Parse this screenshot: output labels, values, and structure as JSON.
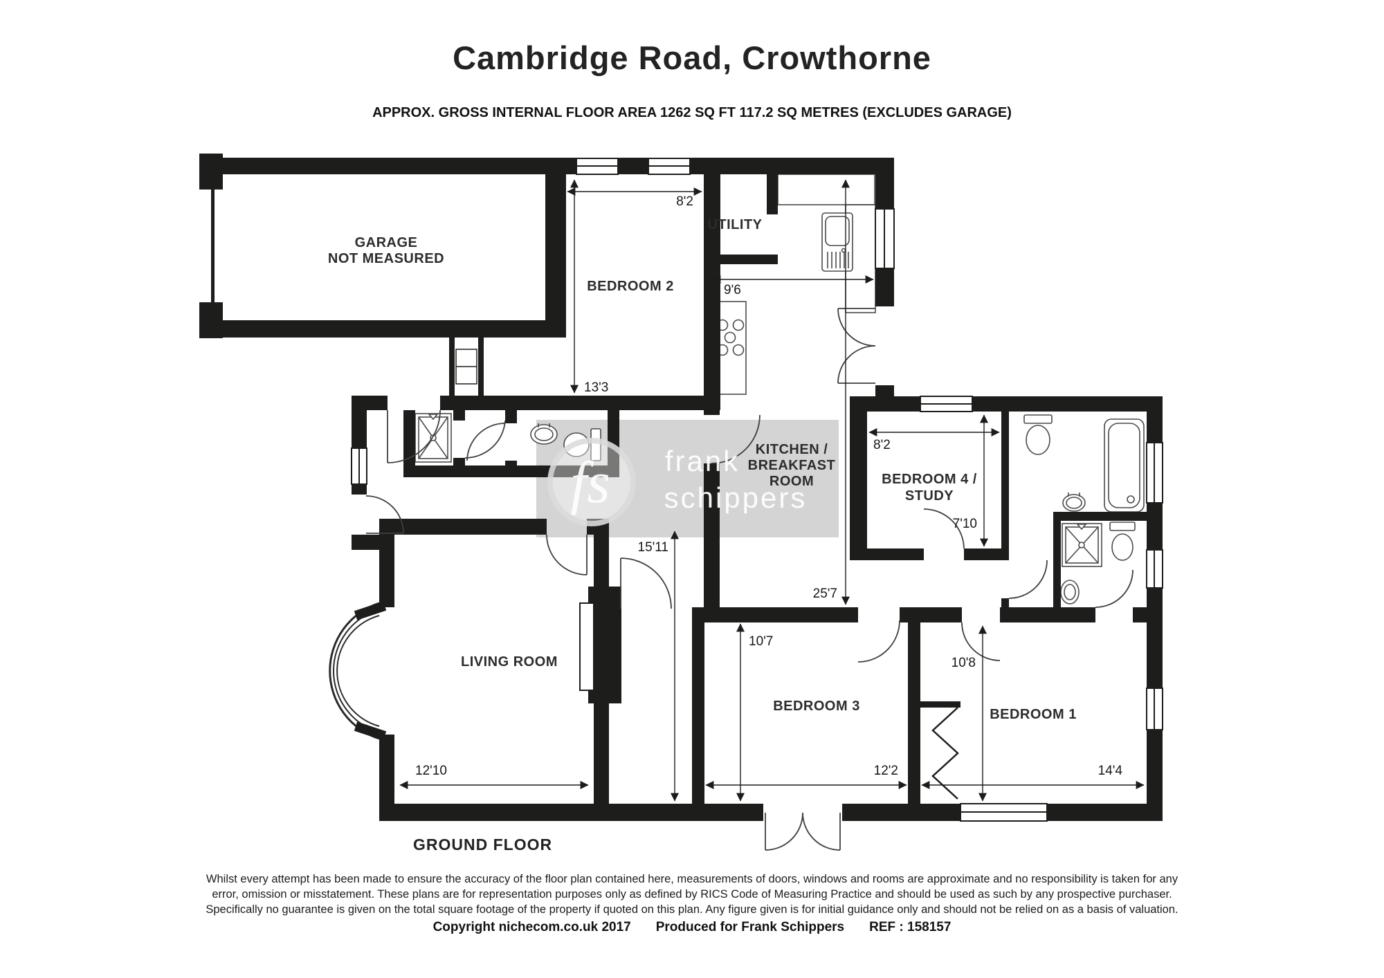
{
  "header": {
    "title": "Cambridge Road, Crowthorne",
    "subtitle": "APPROX. GROSS INTERNAL FLOOR AREA 1262 SQ FT 117.2 SQ METRES (EXCLUDES GARAGE)"
  },
  "floor_label": "GROUND FLOOR",
  "rooms": {
    "garage1": "GARAGE",
    "garage2": "NOT MEASURED",
    "bedroom2": "BEDROOM 2",
    "utility": "UTILITY",
    "kitchen1": "KITCHEN /",
    "kitchen2": "BREAKFAST",
    "kitchen3": "ROOM",
    "bedroom4a": "BEDROOM 4 /",
    "bedroom4b": "STUDY",
    "living": "LIVING ROOM",
    "bedroom3": "BEDROOM 3",
    "bedroom1": "BEDROOM 1"
  },
  "dims": {
    "bed2w": "8'2",
    "bed2l": "13'3",
    "kitw": "9'6",
    "kitl": "25'7",
    "bed4w": "8'2",
    "bed4l": "7'10",
    "livl": "15'11",
    "livw": "12'10",
    "bed3l": "10'7",
    "bed3w": "12'2",
    "bed1l": "10'8",
    "bed1w": "14'4"
  },
  "watermark": {
    "initials": "fs",
    "name1": "frank",
    "name2": "schippers"
  },
  "footer": {
    "disclaimer1": "Whilst every attempt has been made to ensure the accuracy of the floor plan contained here, measurements of doors, windows and rooms are approximate and no responsibility is taken for any",
    "disclaimer2": "error, omission or misstatement. These plans are for representation purposes only as defined by RICS Code of Measuring Practice and should be used as such by any prospective purchaser.",
    "disclaimer3": "Specifically no guarantee is given on the total square footage of the property if quoted on this plan. Any figure given is for initial guidance only and should not be relied on as a basis of valuation.",
    "copyright": "Copyright nichecom.co.uk 2017",
    "produced": "Produced for Frank Schippers",
    "ref": "REF : 158157"
  }
}
